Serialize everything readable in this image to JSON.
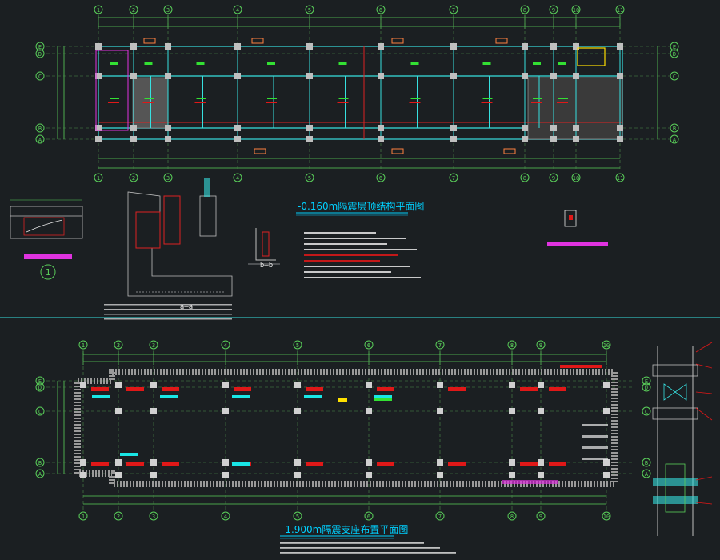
{
  "colors": {
    "background": "#1b1f22",
    "grid_line": "#5ad05a",
    "axis_bubble": "#5ad05a",
    "beam": "#37e0e0",
    "column": "#bfbfbf",
    "wall": "#dc2222",
    "label_green": "#33e033",
    "label_red": "#e01818",
    "label_cyan": "#19e6e6",
    "label_yellow": "#ffe000",
    "title": "#00d0ff",
    "note_text": "#e8e8e8",
    "magenta": "#e033e0"
  },
  "top_plan": {
    "title": "-0.160m隔震层顶结构平面图",
    "axes_x": [
      "1",
      "2",
      "3",
      "4",
      "5",
      "6",
      "7",
      "8",
      "9",
      "10",
      "11"
    ],
    "axes_y": [
      "E",
      "D",
      "C",
      "B",
      "A"
    ]
  },
  "bottom_plan": {
    "title": "-1.900m隔震支座布置平面图",
    "axes_x": [
      "1",
      "2",
      "3",
      "4",
      "5",
      "6",
      "7",
      "8",
      "9",
      "10"
    ],
    "axes_y": [
      "E",
      "D",
      "C",
      "B",
      "A"
    ]
  },
  "details": {
    "detail_1_number": "1",
    "section_aa": "a—a",
    "section_bb": "b—b"
  }
}
